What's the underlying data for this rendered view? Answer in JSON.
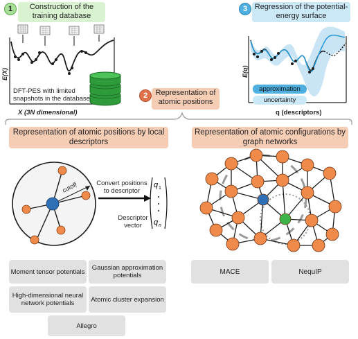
{
  "step1": {
    "number": "1",
    "title": "Construction of the training database",
    "color": "#a8e09a",
    "bg": "#d9f2cf"
  },
  "step2": {
    "number": "2",
    "title": "Representation of atomic positions",
    "color": "#e0714a",
    "bg": "#f5cdb5"
  },
  "step3": {
    "number": "3",
    "title": "Regression of the potential-energy surface",
    "color": "#4fb0df",
    "bg": "#cbe8f6"
  },
  "panel1": {
    "y_axis": "E(X)",
    "x_axis": "X (3N dimensional)",
    "note_line1": "DFT-PES with limited",
    "note_line2": "snapshots in the database"
  },
  "panel3": {
    "y_axis": "E(q)",
    "x_axis": "q (descriptors)",
    "legend_approx": "approximation",
    "legend_uncert": "uncertainty"
  },
  "left": {
    "header": "Representation of atomic positions by local descriptors",
    "cutoff": "cutoff",
    "convert": "Convert positions to descriptor",
    "vector_label": "Descriptor vector",
    "vector_top": "q",
    "vector_top_sub": "1",
    "vector_bottom": "q",
    "vector_bottom_sub": "n",
    "methods": [
      "Moment tensor potentials",
      "Gaussian approximation potentials",
      "High-dimensional neural network potentials",
      "Atomic cluster expansion",
      "Allegro"
    ]
  },
  "right": {
    "header": "Representation of atomic configurations by graph networks",
    "methods": [
      "MACE",
      "NequIP"
    ]
  },
  "colors": {
    "atom_orange": "#f08a4b",
    "atom_blue": "#2e6fb5",
    "atom_green": "#3cb44a",
    "db_green": "#2e9b3a"
  }
}
